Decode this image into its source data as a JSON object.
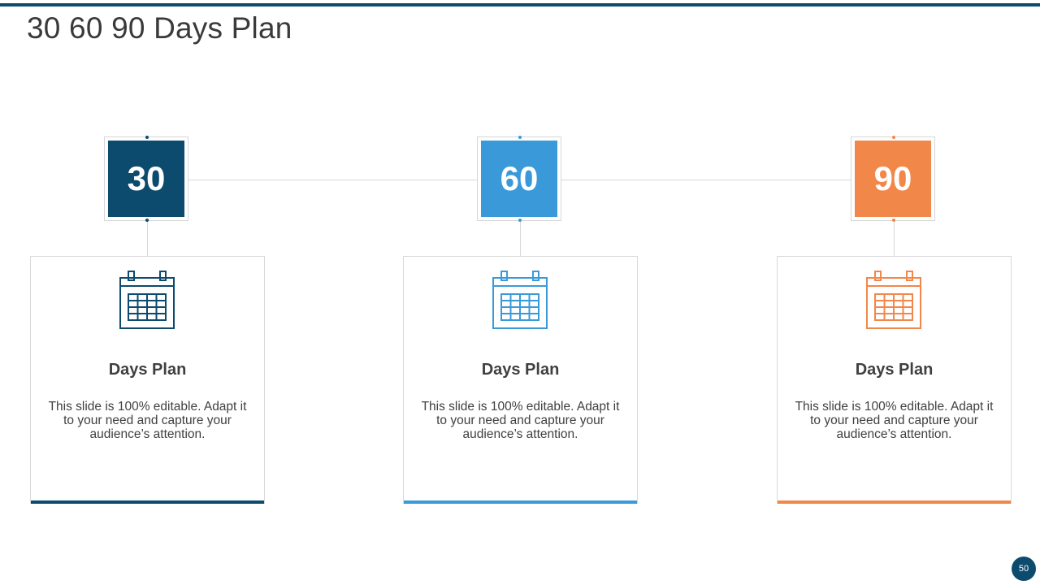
{
  "slide": {
    "title": "30 60 90 Days Plan",
    "page_number": "50"
  },
  "colors": {
    "dark_blue": "#0c4a6e",
    "light_blue": "#3a9ad9",
    "orange": "#f2874a"
  },
  "stages": [
    {
      "number": "30",
      "color": "#0c4a6e",
      "icon": "calendar-icon",
      "title": "Days Plan",
      "text": "This slide is 100% editable. Adapt it to your need and capture your audience’s attention."
    },
    {
      "number": "60",
      "color": "#3a9ad9",
      "icon": "calendar-icon",
      "title": "Days Plan",
      "text": "This slide is 100% editable. Adapt it to your need and capture your audience’s attention."
    },
    {
      "number": "90",
      "color": "#f2874a",
      "icon": "calendar-icon",
      "title": "Days Plan",
      "text": "This slide is 100% editable. Adapt it to your need and capture your audience’s attention."
    }
  ]
}
